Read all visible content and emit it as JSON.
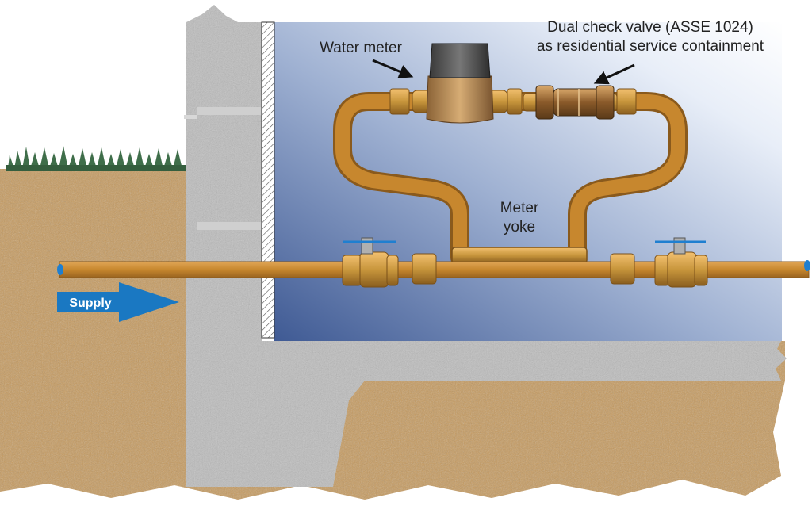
{
  "labels": {
    "water_meter": "Water meter",
    "dual_check_line1": "Dual check valve (ASSE 1024)",
    "dual_check_line2": "as residential service containment",
    "meter_yoke_line1": "Meter",
    "meter_yoke_line2": "yoke",
    "supply": "Supply"
  },
  "colors": {
    "pipe": "#c7872e",
    "fitting": "#c8963c",
    "soil": "#c69a5e",
    "concrete": "#bdbdbd",
    "supply_arrow": "#1a78c2",
    "valve_handle": "#1f7fd0",
    "wall_gradient_dark": "#3f5a94"
  },
  "icons": {
    "meter": "water-meter-icon",
    "check_valve": "dual-check-valve-icon",
    "ball_valve": "ball-valve-icon",
    "arrow": "pointer-arrow-icon"
  }
}
